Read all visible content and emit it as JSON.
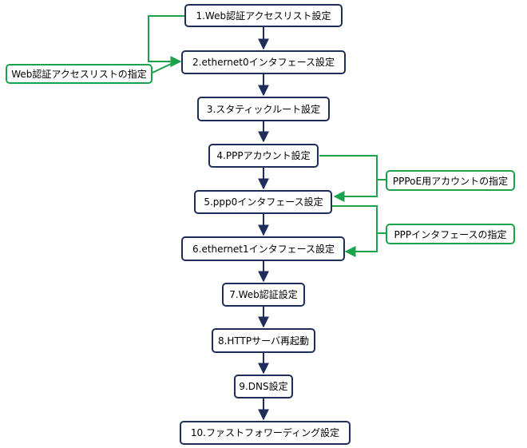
{
  "steps": [
    "1.Web認証アクセスリスト設定",
    "2.ethernet0インタフェース設定",
    "3.スタティックルート設定",
    "4.PPPアカウント設定",
    "5.ppp0インタフェース設定",
    "6.ethernet1インタフェース設定",
    "7.Web認証設定",
    "8.HTTPサーバ再起動",
    "9.DNS設定",
    "10.ファストフォワーディング設定"
  ],
  "notes": {
    "web_access_list": "Web認証アクセスリストの指定",
    "pppoe_account": "PPPoE用アカウントの指定",
    "ppp_interface": "PPPインタフェースの指定"
  },
  "colors": {
    "node_border": "#1f2d5a",
    "arrow": "#1f2d5a",
    "note_border": "#1aa34a",
    "connector": "#1aa34a"
  }
}
